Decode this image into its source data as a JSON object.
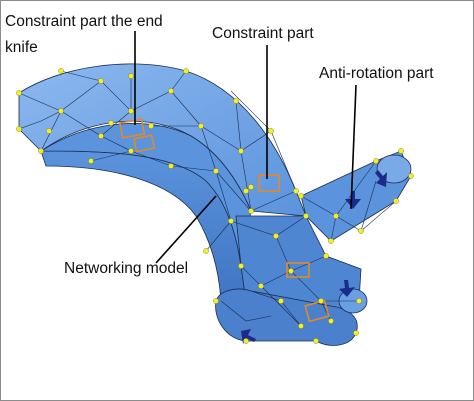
{
  "labels": {
    "constraint_end_knife_line1": "Constraint part the end",
    "constraint_end_knife_line2": "knife",
    "constraint_part": "Constraint part",
    "anti_rotation_part": "Anti-rotation part",
    "networking_model": "Networking model"
  },
  "colors": {
    "body_fill": "#5b93dc",
    "body_dark": "#3f75c2",
    "body_light": "#8cb8ef",
    "mesh_edge": "#1a2d52",
    "mesh_node": "#f2ee2a",
    "constraint_marker": "#e08a2a",
    "arrow_symbol": "#1c2a8c",
    "leader_line": "#000000"
  },
  "icons": [
    "constraint-box-icon",
    "fixed-support-arrow-icon",
    "mesh-node-dot"
  ]
}
